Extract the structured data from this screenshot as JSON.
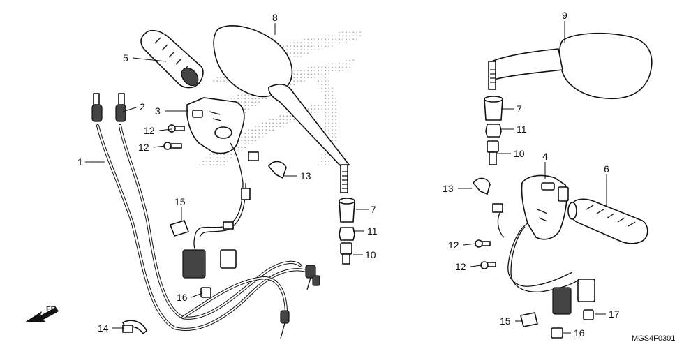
{
  "diagram_code": "MGS4F0301",
  "direction_label": "FR.",
  "callouts": [
    {
      "id": "c1",
      "label": "1"
    },
    {
      "id": "c2",
      "label": "2"
    },
    {
      "id": "c3",
      "label": "3"
    },
    {
      "id": "c4",
      "label": "4"
    },
    {
      "id": "c5",
      "label": "5"
    },
    {
      "id": "c6",
      "label": "6"
    },
    {
      "id": "c7a",
      "label": "7"
    },
    {
      "id": "c7b",
      "label": "7"
    },
    {
      "id": "c8",
      "label": "8"
    },
    {
      "id": "c9",
      "label": "9"
    },
    {
      "id": "c10a",
      "label": "10"
    },
    {
      "id": "c10b",
      "label": "10"
    },
    {
      "id": "c11a",
      "label": "11"
    },
    {
      "id": "c11b",
      "label": "11"
    },
    {
      "id": "c12a",
      "label": "12"
    },
    {
      "id": "c12b",
      "label": "12"
    },
    {
      "id": "c12c",
      "label": "12"
    },
    {
      "id": "c12d",
      "label": "12"
    },
    {
      "id": "c13a",
      "label": "13"
    },
    {
      "id": "c13b",
      "label": "13"
    },
    {
      "id": "c14",
      "label": "14"
    },
    {
      "id": "c15a",
      "label": "15"
    },
    {
      "id": "c15b",
      "label": "15"
    },
    {
      "id": "c16a",
      "label": "16"
    },
    {
      "id": "c16b",
      "label": "16"
    },
    {
      "id": "c17",
      "label": "17"
    }
  ]
}
